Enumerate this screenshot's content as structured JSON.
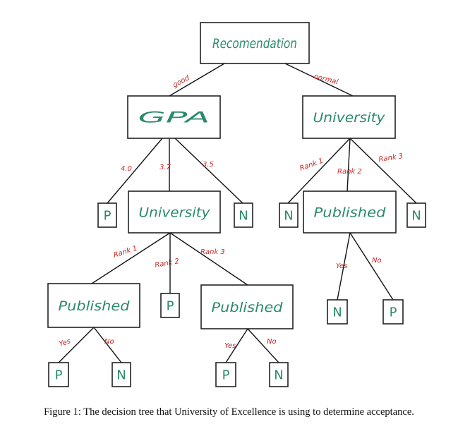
{
  "colors": {
    "node_text": "#2a8a6a",
    "edge_text": "#cc2222",
    "line": "#111111"
  },
  "caption": "Figure 1: The decision tree that University of Excellence is using to determine acceptance.",
  "nodes": [
    {
      "id": "root",
      "label": "Recomendation",
      "kind": "decision"
    },
    {
      "id": "gpa",
      "label": "GPA",
      "kind": "decision"
    },
    {
      "id": "univ_r",
      "label": "University",
      "kind": "decision"
    },
    {
      "id": "gpa_p",
      "label": "P",
      "kind": "leaf"
    },
    {
      "id": "univ_l",
      "label": "University",
      "kind": "decision"
    },
    {
      "id": "gpa_n",
      "label": "N",
      "kind": "leaf"
    },
    {
      "id": "ur_n1",
      "label": "N",
      "kind": "leaf"
    },
    {
      "id": "pub_r",
      "label": "Published",
      "kind": "decision"
    },
    {
      "id": "ur_n3",
      "label": "N",
      "kind": "leaf"
    },
    {
      "id": "pub_l1",
      "label": "Published",
      "kind": "decision"
    },
    {
      "id": "ul_p",
      "label": "P",
      "kind": "leaf"
    },
    {
      "id": "pub_l3",
      "label": "Published",
      "kind": "decision"
    },
    {
      "id": "pr_n",
      "label": "N",
      "kind": "leaf"
    },
    {
      "id": "pr_p",
      "label": "P",
      "kind": "leaf"
    },
    {
      "id": "p1_p",
      "label": "P",
      "kind": "leaf"
    },
    {
      "id": "p1_n",
      "label": "N",
      "kind": "leaf"
    },
    {
      "id": "p3_p",
      "label": "P",
      "kind": "leaf"
    },
    {
      "id": "p3_n",
      "label": "N",
      "kind": "leaf"
    }
  ],
  "edges": [
    {
      "from": "root",
      "to": "gpa",
      "label": "good"
    },
    {
      "from": "root",
      "to": "univ_r",
      "label": "normal"
    },
    {
      "from": "gpa",
      "to": "gpa_p",
      "label": "4.0"
    },
    {
      "from": "gpa",
      "to": "univ_l",
      "label": "3.7"
    },
    {
      "from": "gpa",
      "to": "gpa_n",
      "label": "3.5"
    },
    {
      "from": "univ_r",
      "to": "ur_n1",
      "label": "Rank 1"
    },
    {
      "from": "univ_r",
      "to": "pub_r",
      "label": "Rank 2"
    },
    {
      "from": "univ_r",
      "to": "ur_n3",
      "label": "Rank 3"
    },
    {
      "from": "univ_l",
      "to": "pub_l1",
      "label": "Rank 1"
    },
    {
      "from": "univ_l",
      "to": "ul_p",
      "label": "Rank 2"
    },
    {
      "from": "univ_l",
      "to": "pub_l3",
      "label": "Rank 3"
    },
    {
      "from": "pub_r",
      "to": "pr_n",
      "label": "Yes"
    },
    {
      "from": "pub_r",
      "to": "pr_p",
      "label": "No"
    },
    {
      "from": "pub_l1",
      "to": "p1_p",
      "label": "Yes"
    },
    {
      "from": "pub_l1",
      "to": "p1_n",
      "label": "No"
    },
    {
      "from": "pub_l3",
      "to": "p3_p",
      "label": "Yes"
    },
    {
      "from": "pub_l3",
      "to": "p3_n",
      "label": "No"
    }
  ]
}
